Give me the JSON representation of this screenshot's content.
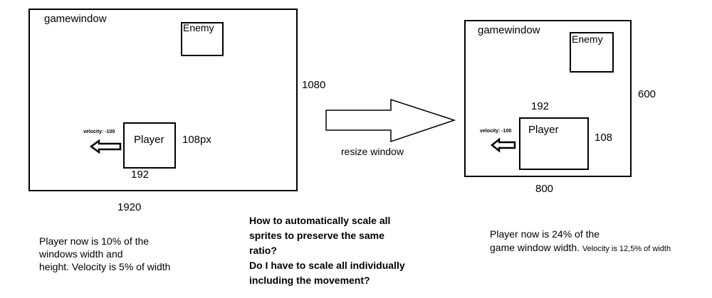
{
  "left": {
    "window_label": "gamewindow",
    "enemy_label": "Enemy",
    "player_label": "Player",
    "velocity_label": "velocity: -100",
    "height_label": "1080",
    "width_label": "1920",
    "player_height_label": "108px",
    "player_width_label": "192",
    "note_lines": [
      "Player now is 10% of the",
      "windows width and",
      "height.   Velocity is 5% of width"
    ]
  },
  "middle": {
    "arrow_label": "resize window",
    "question_lines": [
      "How to automatically scale all",
      "sprites to preserve the same",
      "ratio?",
      "Do I have to scale all individually",
      "including the movement?"
    ]
  },
  "right": {
    "window_label": "gamewindow",
    "enemy_label": "Enemy",
    "player_label": "Player",
    "velocity_label": "velocity: -100",
    "height_label": "600",
    "width_label": "800",
    "player_height_label": "108",
    "player_width_label": "192",
    "note_line1": "Player now is 24% of the",
    "note_line2": "game window width.",
    "note_small": "Velocity is 12,5% of width"
  }
}
